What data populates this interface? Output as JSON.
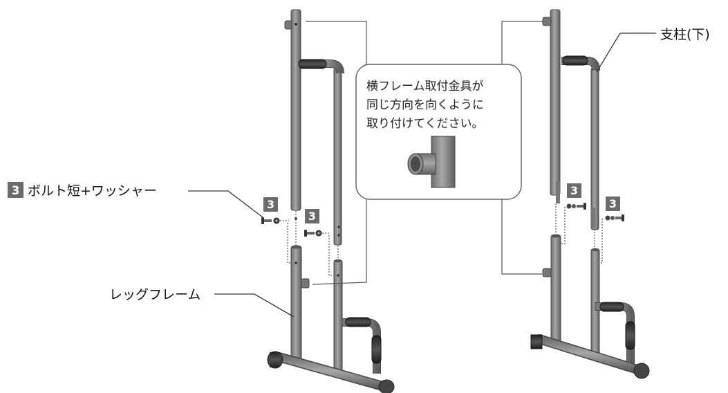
{
  "labels": {
    "left_bolt": "ボルト短+ワッシャー",
    "left_leg": "レッグフレーム",
    "right_pillar": "支柱(下)"
  },
  "badges": {
    "step": "3"
  },
  "note": {
    "line1": "横フレーム取付金具が",
    "line2": "同じ方向を向くように",
    "line3": "取り付けてください。"
  },
  "colors": {
    "tube": "#8a8a8a",
    "tube_dark": "#555555",
    "grip": "#333333",
    "badge": "#6b6b6b",
    "callout_border": "#666666"
  }
}
